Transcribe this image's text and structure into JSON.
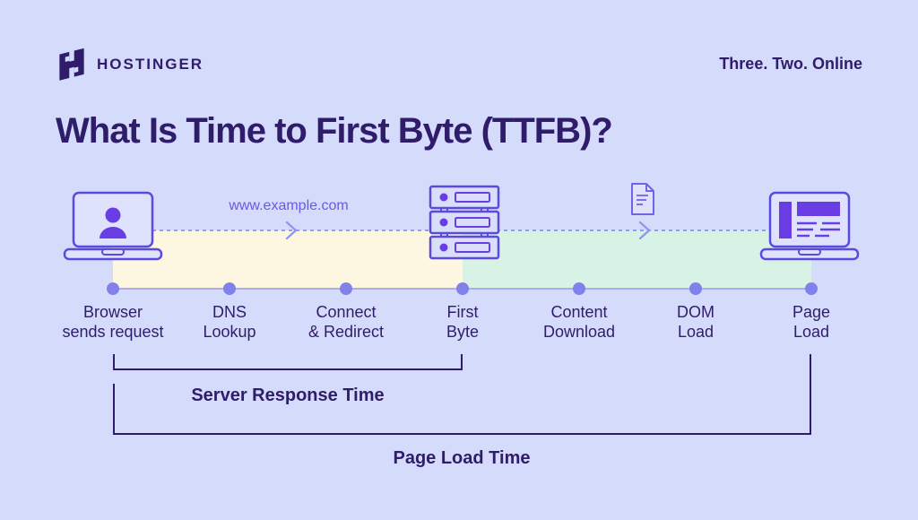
{
  "brand": {
    "logo_text": "HOSTINGER",
    "tagline": "Three. Two. Online"
  },
  "title": "What Is Time to First Byte (TTFB)?",
  "diagram": {
    "url_label": "www.example.com",
    "milestones": [
      {
        "line1": "Browser",
        "line2": "sends request"
      },
      {
        "line1": "DNS",
        "line2": "Lookup"
      },
      {
        "line1": "Connect",
        "line2": "& Redirect"
      },
      {
        "line1": "First",
        "line2": "Byte"
      },
      {
        "line1": "Content",
        "line2": "Download"
      },
      {
        "line1": "DOM",
        "line2": "Load"
      },
      {
        "line1": "Page",
        "line2": "Load"
      }
    ],
    "brackets": {
      "server_response": "Server Response Time",
      "page_load": "Page Load Time"
    },
    "icons": [
      "user-laptop-icon",
      "server-icon",
      "document-icon",
      "loaded-page-laptop-icon"
    ]
  },
  "colors": {
    "background": "#d5dbfa",
    "dark_text": "#2f1c6a",
    "accent_purple": "#6a3de4",
    "icon_stroke": "#5b4ae0",
    "dot_fill": "#8280e9",
    "timeline_line": "#a9abf0",
    "band_yellow": "#fdf6e1",
    "band_green": "#d9f2e6"
  }
}
